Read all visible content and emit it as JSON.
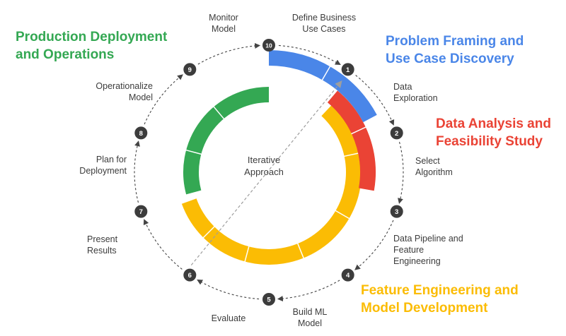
{
  "colors": {
    "blue": "#4A86E8",
    "red": "#EA4335",
    "yellow": "#FBBC04",
    "green": "#34A853",
    "badge": "#3c3c3c",
    "connector": "#444444"
  },
  "center_label": "Iterative\nApproach",
  "phases": [
    {
      "id": "problem",
      "title": "Problem Framing and\nUse Case Discovery",
      "color": "#4A86E8"
    },
    {
      "id": "data",
      "title": "Data Analysis and\nFeasibility Study",
      "color": "#EA4335"
    },
    {
      "id": "feature",
      "title": "Feature Engineering and\nModel Development",
      "color": "#FBBC04"
    },
    {
      "id": "production",
      "title": "Production Deployment\nand Operations",
      "color": "#34A853"
    }
  ],
  "steps": [
    {
      "number": "1",
      "label": "Define Business\nUse Cases"
    },
    {
      "number": "2",
      "label": "Data\nExploration"
    },
    {
      "number": "3",
      "label": "Select\nAlgorithm"
    },
    {
      "number": "4",
      "label": "Data Pipeline and\nFeature\nEngineering"
    },
    {
      "number": "5",
      "label": "Build ML\nModel"
    },
    {
      "number": "6",
      "label": "Evaluate"
    },
    {
      "number": "7",
      "label": "Present\nResults"
    },
    {
      "number": "8",
      "label": "Plan for\nDeployment"
    },
    {
      "number": "9",
      "label": "Operationalize\nModel"
    },
    {
      "number": "10",
      "label": "Monitor\nModel"
    }
  ]
}
